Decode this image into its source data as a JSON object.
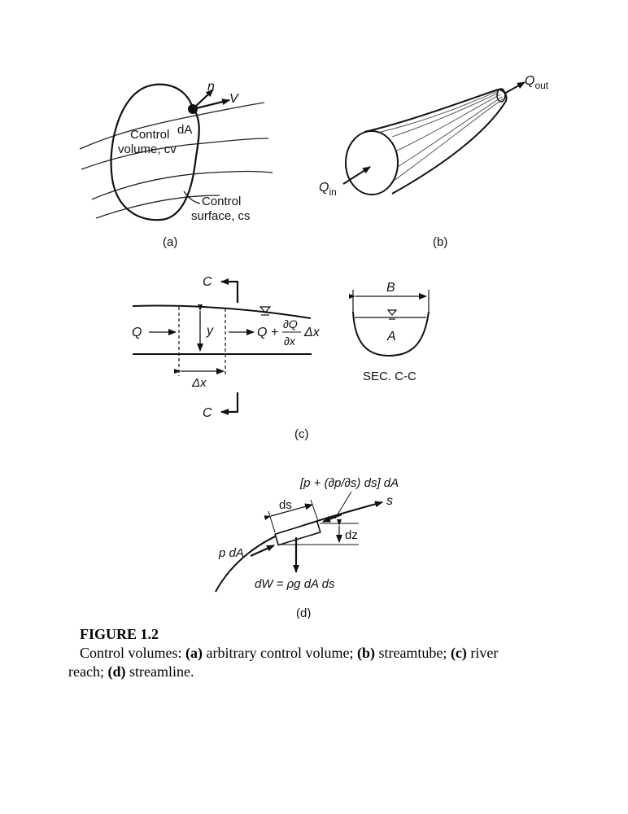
{
  "panel_a": {
    "label": "(a)",
    "normal": "n",
    "velocity": "V",
    "area": "dA",
    "cv_line1": "Control",
    "cv_line2": "volume, cv",
    "cs_line1": "Control",
    "cs_line2": "surface, cs"
  },
  "panel_b": {
    "label": "(b)",
    "q_in": "Q",
    "q_in_sub": "in",
    "q_out": "Q",
    "q_out_sub": "out"
  },
  "panel_c": {
    "label": "(c)",
    "section_top": "C",
    "section_bottom": "C",
    "flow_in": "Q",
    "depth": "y",
    "flow_out_prefix": "Q +",
    "dq": "∂Q",
    "dx_den": "∂x",
    "delta_x_term": "Δx",
    "delta_x": "Δx",
    "width": "B",
    "area": "A",
    "section_label": "SEC. C-C"
  },
  "panel_d": {
    "label": "(d)",
    "top_force": "[p + (∂p/∂s) ds] dA",
    "s": "s",
    "ds": "ds",
    "dz": "dz",
    "p_force": "p dA",
    "weight": "dW = ρg dA ds"
  },
  "caption": {
    "title": "FIGURE 1.2",
    "prefix": "Control volumes: ",
    "a": "(a)",
    "a_text": " arbitrary control volume; ",
    "b": "(b)",
    "b_text": " streamtube; ",
    "c": "(c)",
    "c_text": " river",
    "line2_prefix": "reach; ",
    "d": "(d)",
    "d_text": " streamline."
  }
}
